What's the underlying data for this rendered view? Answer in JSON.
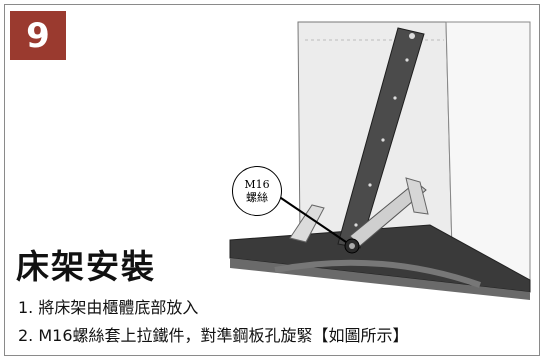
{
  "step": {
    "number": "9"
  },
  "callout": {
    "line1": "M16",
    "line2": "螺絲"
  },
  "title": "床架安裝",
  "instructions": [
    "1. 將床架由櫃體底部放入",
    "2. M16螺絲套上拉鐵件，對準鋼板孔旋緊【如圖所示】"
  ],
  "colors": {
    "badge": "#9a3a2f",
    "frame": "#8a8a8a"
  },
  "icons": [
    "bolt-icon"
  ]
}
